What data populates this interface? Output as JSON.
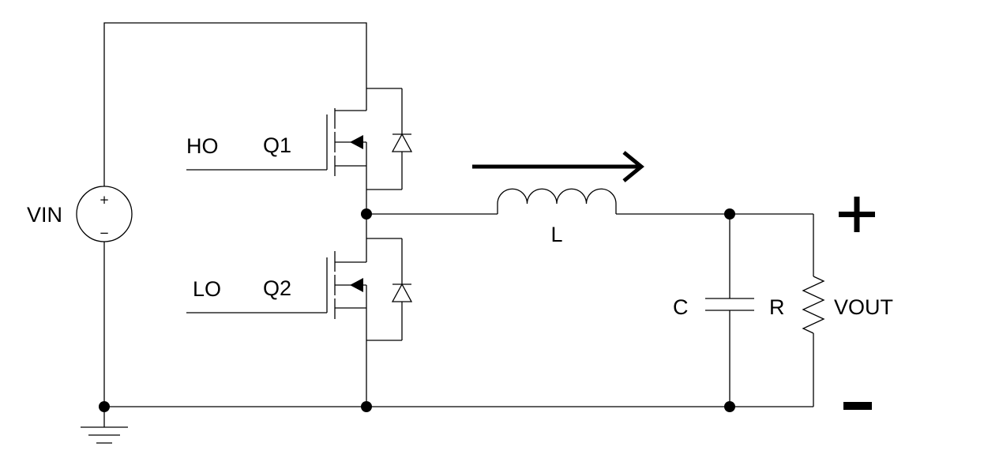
{
  "labels": {
    "vin": "VIN",
    "ho": "HO",
    "q1": "Q1",
    "lo": "LO",
    "q2": "Q2",
    "l": "L",
    "c": "C",
    "r": "R",
    "vout": "VOUT"
  },
  "source_signs": {
    "plus": "+",
    "minus": "−"
  },
  "colors": {
    "ink": "#000000",
    "background": "#ffffff"
  }
}
